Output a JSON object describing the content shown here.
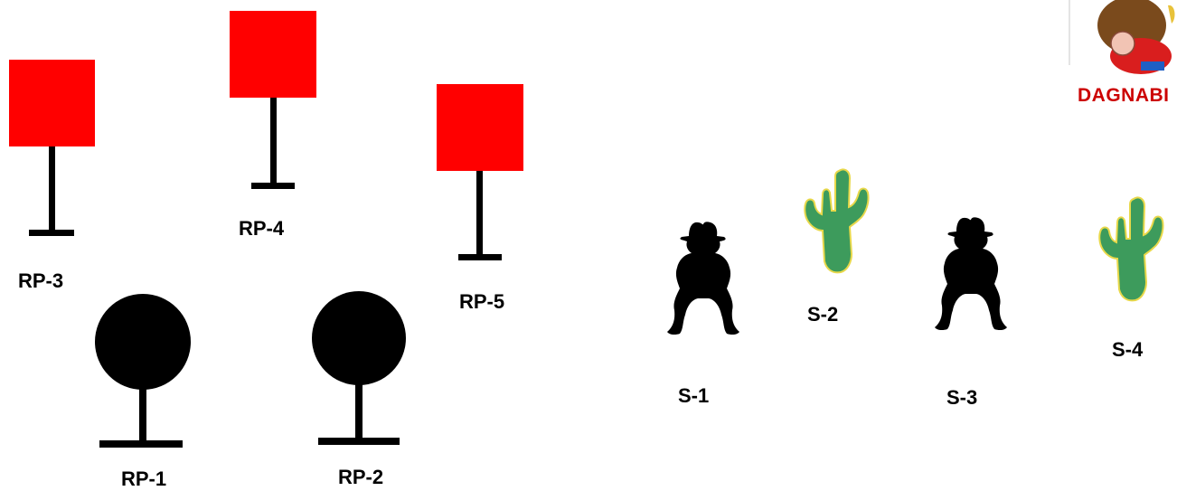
{
  "colors": {
    "square_target": "#ff0000",
    "round_target": "#000000",
    "post": "#000000",
    "cactus_fill": "#3d9b5c",
    "cactus_stroke": "#e8d84a",
    "silhouette": "#000000",
    "logo_text": "#cc0000"
  },
  "targets": {
    "rp1": "RP-1",
    "rp2": "RP-2",
    "rp3": "RP-3",
    "rp4": "RP-4",
    "rp5": "RP-5"
  },
  "shooting_positions": {
    "s1": "S-1",
    "s2": "S-2",
    "s3": "S-3",
    "s4": "S-4"
  },
  "logo": {
    "text": "DAGNABI",
    "icon": "cowboy-mascot-icon"
  }
}
